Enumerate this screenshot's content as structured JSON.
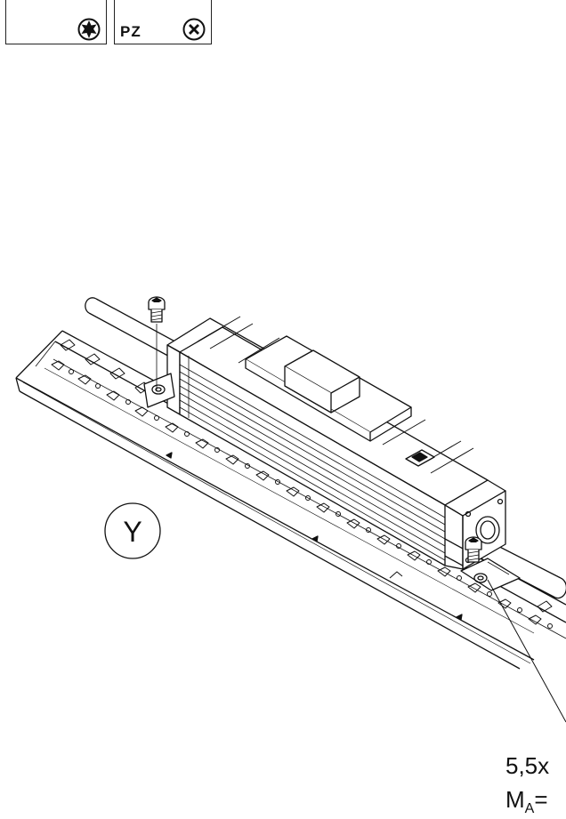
{
  "tools": {
    "torx_icon": "torx-star-icon",
    "pz_label": "PZ",
    "pz_icon": "pozidriv-cross-icon"
  },
  "drawing": {
    "view_label": "Y",
    "screw_size": "5,5x",
    "torque_prefix": "M",
    "torque_subscript": "A",
    "torque_suffix": "="
  }
}
